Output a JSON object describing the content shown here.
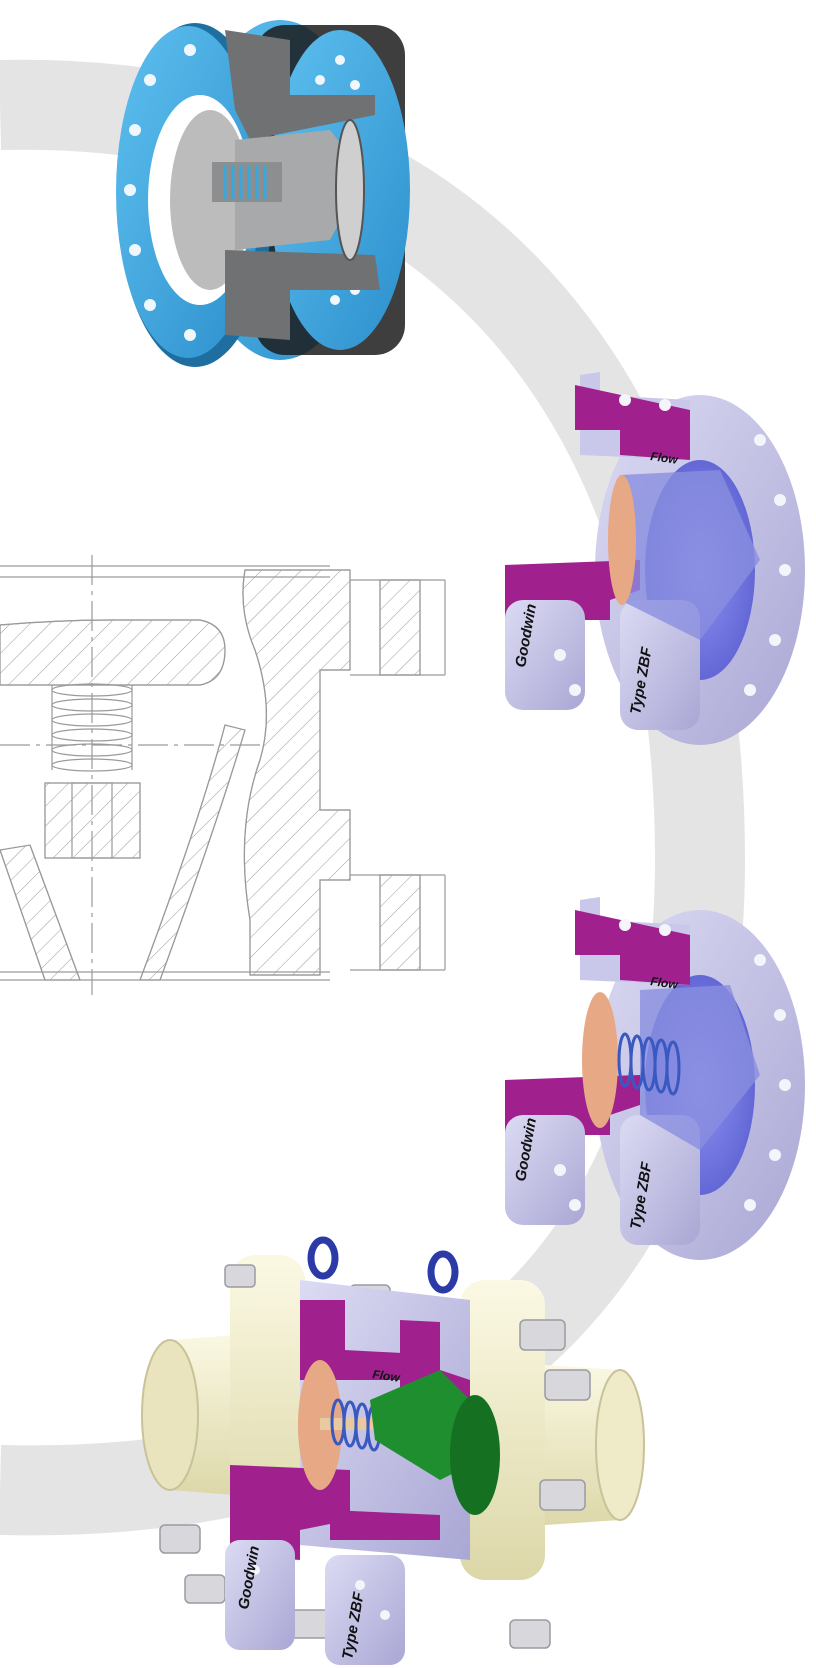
{
  "brand_text": "Goodwin",
  "type_text": "Type ZBF",
  "flow_text": "Flow",
  "colors": {
    "background": "#ffffff",
    "ring": "#e4e4e4",
    "blue_flange": "#45a9dd",
    "blue_dark": "#1a7fb8",
    "steel_cut": "#6f7172",
    "magenta_cut": "#a0218e",
    "lavender_body": "#c9c8ea",
    "lavender_dark": "#9e9cc8",
    "disc_orange": "#e7a885",
    "spring_blue": "#3a59c0",
    "cream_pipe": "#f2eecb",
    "green_insert": "#1e8e2e",
    "line_drawing": "#9a9a9a"
  }
}
